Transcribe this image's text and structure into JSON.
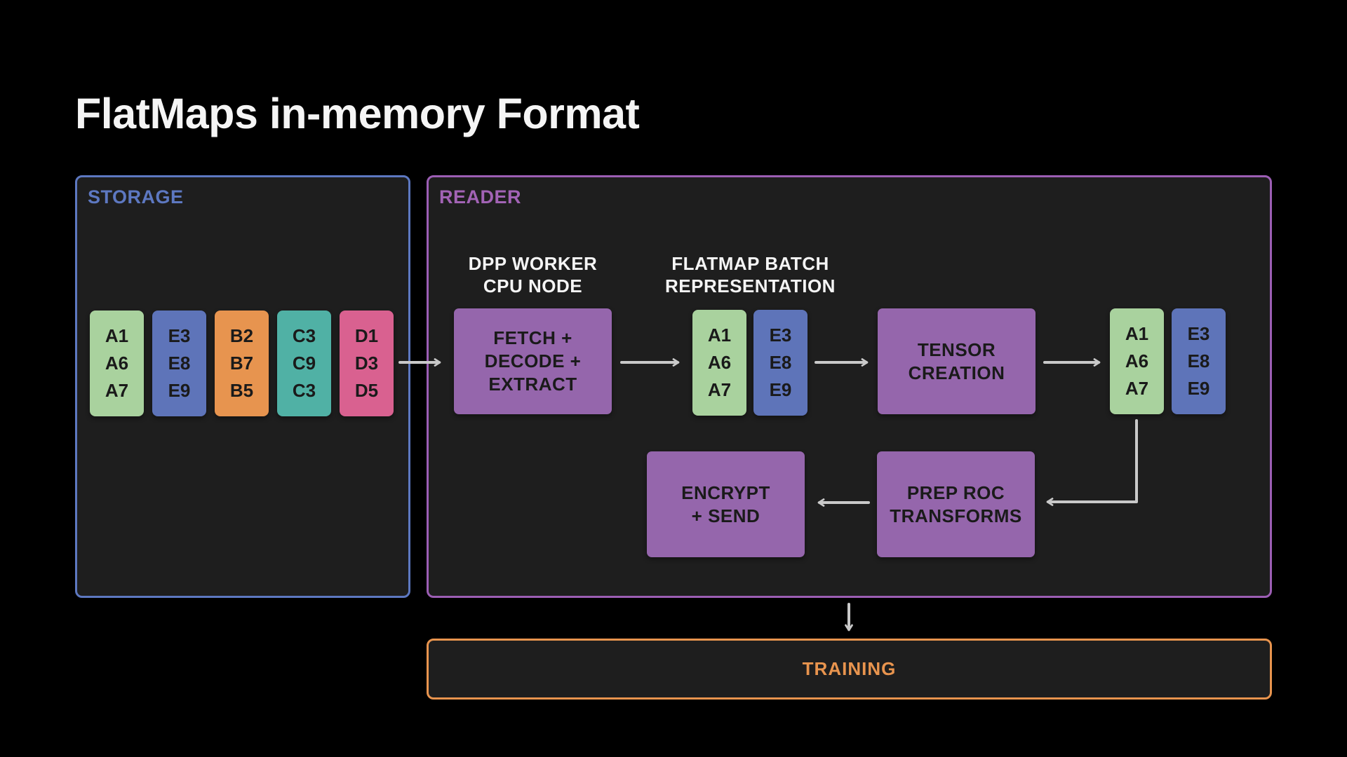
{
  "title": "FlatMaps in-memory Format",
  "colors": {
    "page-bg": "#000000",
    "panel-bg": "#1e1e1e",
    "storage-accent": "#5d78c1",
    "reader-accent": "#9c5eb4",
    "reader-accent-text": "#a263b5",
    "training-accent": "#e8944e",
    "green": "#a9d29e",
    "blue": "#5e74b9",
    "orange": "#e7944f",
    "teal": "#50b1a5",
    "pink": "#d96190",
    "purple": "#9566ac",
    "arrow": "#c9c9c9",
    "text-light": "#f5f5f5",
    "text-dark": "#1a1a1a"
  },
  "storage": {
    "label": "STORAGE",
    "blocks": [
      {
        "color": "green",
        "lines": [
          "A1",
          "A6",
          "A7"
        ]
      },
      {
        "color": "blue",
        "lines": [
          "E3",
          "E8",
          "E9"
        ]
      },
      {
        "color": "orange",
        "lines": [
          "B2",
          "B7",
          "B5"
        ]
      },
      {
        "color": "teal",
        "lines": [
          "C3",
          "C9",
          "C3"
        ]
      },
      {
        "color": "pink",
        "lines": [
          "D1",
          "D3",
          "D5"
        ]
      }
    ]
  },
  "reader": {
    "label": "READER",
    "annotations": {
      "dpp_worker": {
        "lines": [
          "DPP WORKER",
          "CPU NODE"
        ]
      },
      "flatmap_batch": {
        "lines": [
          "FLATMAP BATCH",
          "REPRESENTATION"
        ]
      }
    },
    "nodes": {
      "fetch": {
        "color": "purple",
        "lines": [
          "FETCH +",
          "DECODE +",
          "EXTRACT"
        ]
      },
      "tensor": {
        "color": "purple",
        "lines": [
          "TENSOR",
          "CREATION"
        ]
      },
      "encrypt": {
        "color": "purple",
        "lines": [
          "ENCRYPT",
          "+ SEND"
        ]
      },
      "prep": {
        "color": "purple",
        "lines": [
          "PREP ROC",
          "TRANSFORMS"
        ]
      }
    },
    "batch_blocks": [
      {
        "color": "green",
        "lines": [
          "A1",
          "A6",
          "A7"
        ]
      },
      {
        "color": "blue",
        "lines": [
          "E3",
          "E8",
          "E9"
        ]
      }
    ],
    "output_blocks": [
      {
        "color": "green",
        "lines": [
          "A1",
          "A6",
          "A7"
        ]
      },
      {
        "color": "blue",
        "lines": [
          "E3",
          "E8",
          "E9"
        ]
      }
    ]
  },
  "training": {
    "label": "TRAINING"
  }
}
